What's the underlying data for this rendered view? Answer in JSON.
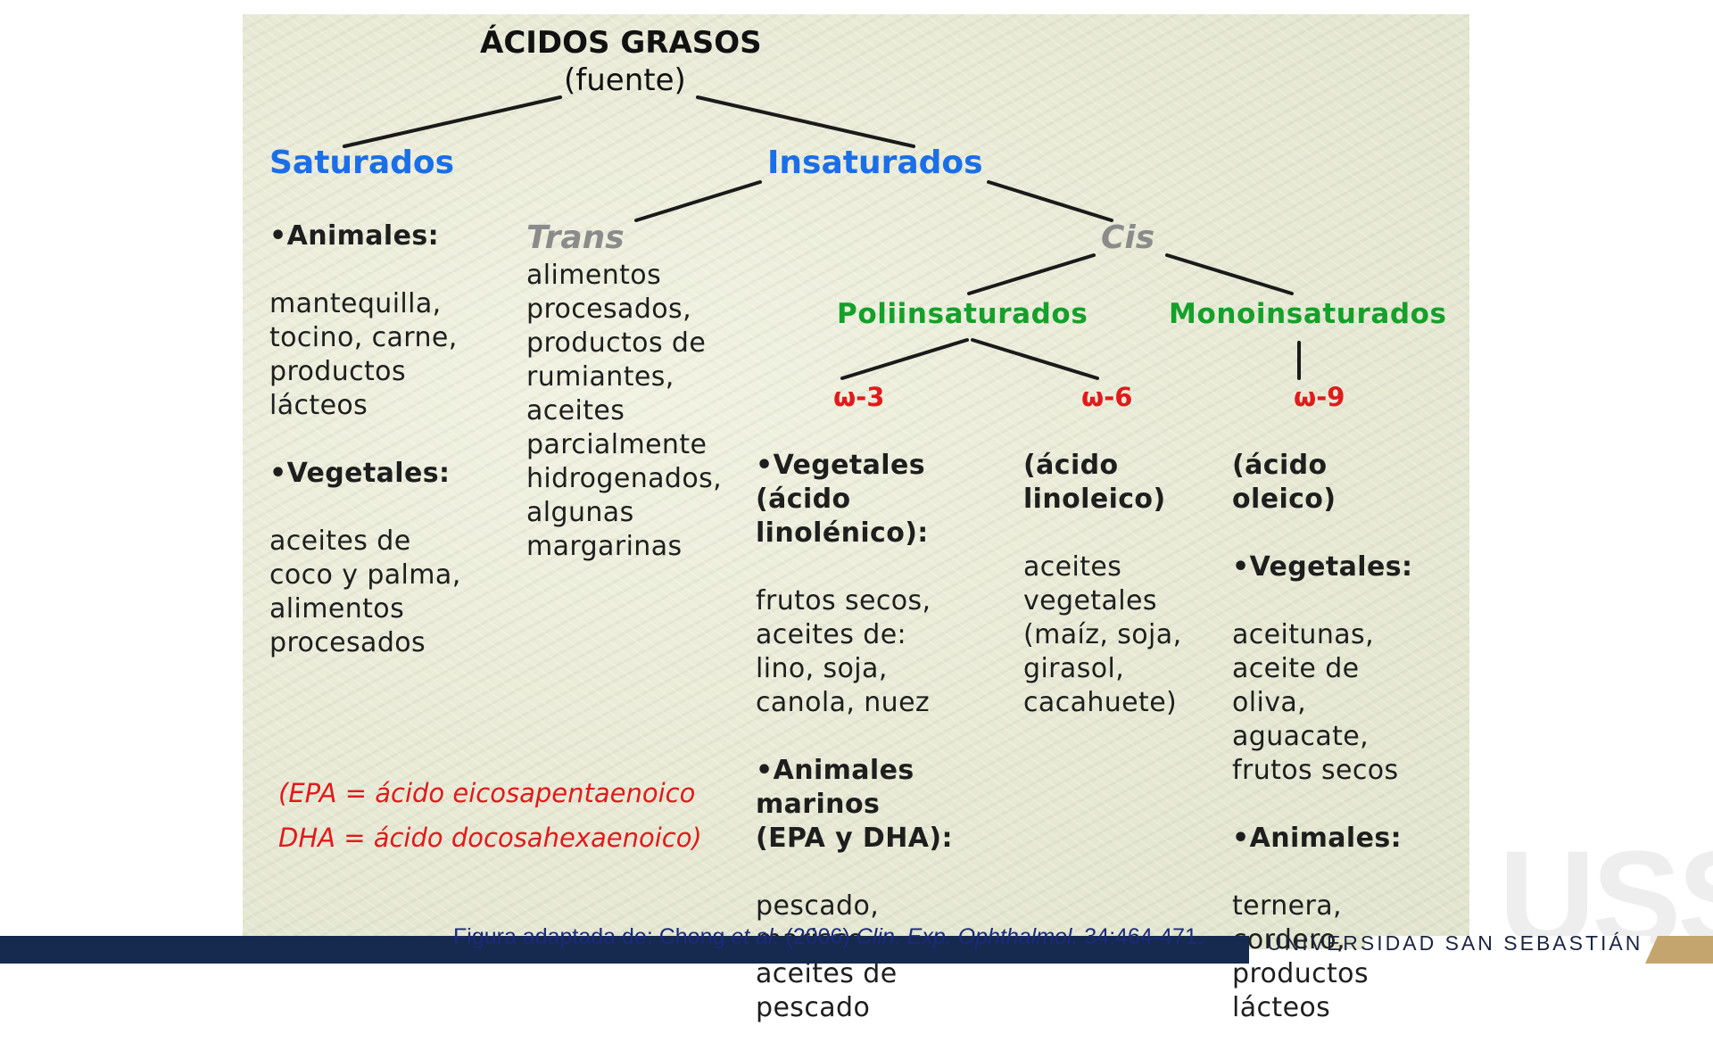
{
  "diagram": {
    "title": "ÁCIDOS GRASOS",
    "subtitle": "(fuente)",
    "saturados": {
      "heading": "Saturados",
      "animales_label": "•Animales:",
      "animales_text": "mantequilla,\ntocino, carne,\nproductos\nlácteos",
      "vegetales_label": "•Vegetales:",
      "vegetales_text": "aceites de\ncoco y palma,\nalimentos\nprocesados"
    },
    "insaturados": {
      "heading": "Insaturados"
    },
    "trans": {
      "heading": "Trans",
      "text": "alimentos\nprocesados,\nproductos de\nrumiantes,\naceites\nparcialmente\nhidrogenados,\nalgunas\nmargarinas"
    },
    "cis": {
      "heading": "Cis"
    },
    "poliinsaturados": {
      "heading": "Poliinsaturados"
    },
    "monoinsaturados": {
      "heading": "Monoinsaturados"
    },
    "omega3": {
      "label": "ω-3",
      "vegetales_label": "•Vegetales\n(ácido\nlinolénico):",
      "vegetales_text": "frutos secos,\naceites de:\nlino, soja,\ncanola, nuez",
      "animales_label": "•Animales\nmarinos\n(EPA y DHA):",
      "animales_text": "pescado,\nmarisco,\naceites de\npescado"
    },
    "omega6": {
      "label": "ω-6",
      "acid_label": "(ácido\nlinoleico)",
      "text": "aceites\nvegetales\n(maíz, soja,\ngirasol,\ncacahuete)"
    },
    "omega9": {
      "label": "ω-9",
      "acid_label": "(ácido\noleico)",
      "vegetales_label": "•Vegetales:",
      "vegetales_text": "aceitunas,\naceite de\noliva,\naguacate,\nfrutos secos",
      "animales_label": "•Animales:",
      "animales_text": "ternera,\ncordero,\nproductos\nlácteos"
    },
    "note": "(EPA = ácido eicosapentaenoico\nDHA = ácido docosahexaenoico)"
  },
  "caption": {
    "prefix": "Figura adaptada de: Chong ",
    "etal": "et al.",
    "year": " (2006) ",
    "journal": "Clin. Exp. Ophthalmol.",
    "pages": " 34:464-471."
  },
  "footer": {
    "brand": "UNIVERSIDAD SAN SEBASTIÁN",
    "watermark": "USS"
  },
  "colors": {
    "blue": "#1a6fe8",
    "green": "#14a02a",
    "red": "#e01b1b",
    "gray": "#8b8b8b",
    "navy": "#16294f",
    "gold": "#c4a56d"
  }
}
